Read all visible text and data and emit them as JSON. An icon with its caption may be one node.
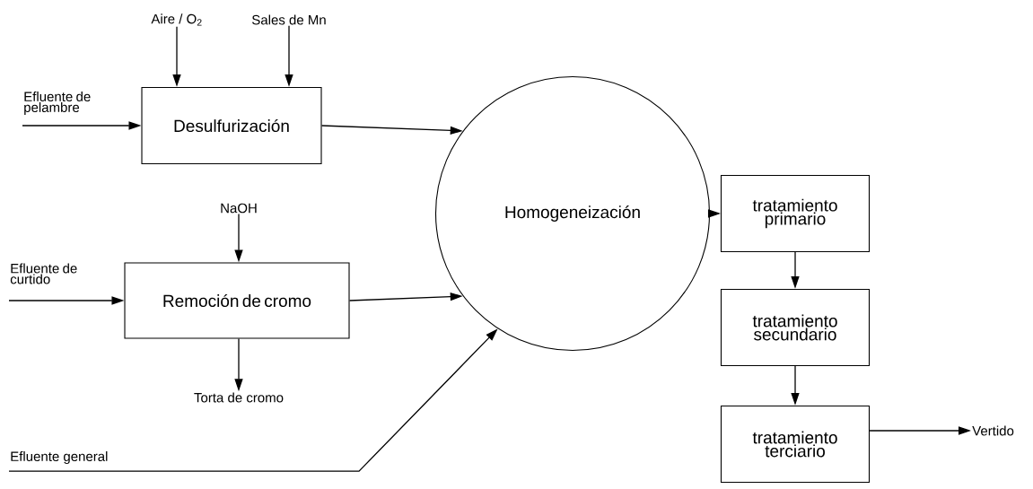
{
  "diagram": {
    "nodes": [
      {
        "text": [
          "Aire / O$_{2}$"
        ]
      },
      {
        "text": [
          "Sales de Mn"
        ]
      },
      {
        "text": [
          "Efluente de pelambre"
        ]
      },
      {
        "text": [
          "Desulfurización"
        ]
      },
      {
        "text": [
          "NaOH"
        ]
      },
      {
        "text": [
          "Efluente de curtido"
        ]
      },
      {
        "text": [
          "Remoción de cromo"
        ]
      },
      {
        "text": [
          "Torta de cromo"
        ]
      },
      {
        "text": [
          "Efluente general"
        ]
      },
      {
        "text": [
          "Homogeneización"
        ]
      },
      {
        "text": [
          "tratamiento primario"
        ]
      },
      {
        "text": [
          "tratamiento secundario"
        ]
      },
      {
        "text": [
          "tratamiento terciario"
        ]
      },
      {
        "text": [
          "Vertido"
        ]
      }
    ],
    "edges": [
      {
        "from": 0,
        "to": 3,
        "arrow": "to"
      },
      {
        "from": 1,
        "to": 3,
        "arrow": "to"
      },
      {
        "from": 2,
        "to": 3,
        "arrow": "to"
      },
      {
        "from": 3,
        "to": 9,
        "arrow": "to"
      },
      {
        "from": 4,
        "to": 6,
        "arrow": "to"
      },
      {
        "from": 5,
        "to": 6,
        "arrow": "to"
      },
      {
        "from": 6,
        "to": 7,
        "arrow": "to"
      },
      {
        "from": 6,
        "to": 9,
        "arrow": "to"
      },
      {
        "from": 8,
        "to": 9,
        "arrow": "to"
      },
      {
        "from": 9,
        "to": 10,
        "arrow": "to"
      },
      {
        "from": 10,
        "to": 11,
        "arrow": "to"
      },
      {
        "from": 11,
        "to": 12,
        "arrow": "to"
      },
      {
        "from": 12,
        "to": 13,
        "arrow": "to"
      }
    ]
  }
}
